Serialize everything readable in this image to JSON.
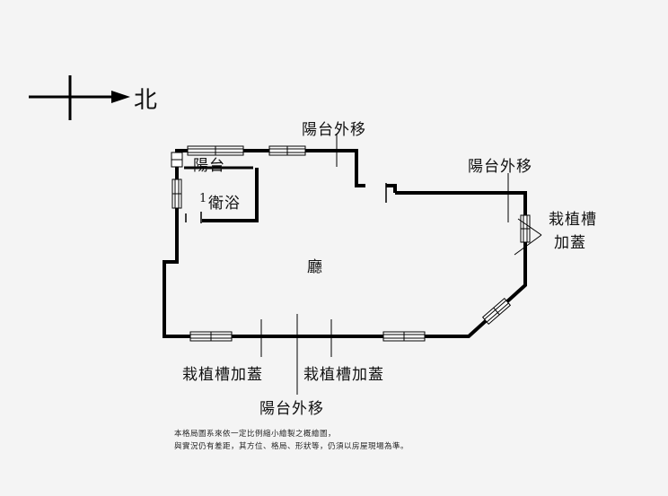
{
  "compass": {
    "direction": "北"
  },
  "rooms": {
    "balcony_small": "陽台",
    "bathroom_number": "1",
    "bathroom": "衛浴",
    "hall": "廳"
  },
  "annotations": {
    "balcony_ext_top": "陽台外移",
    "balcony_ext_right": "陽台外移",
    "planter_right_line1": "栽植槽",
    "planter_right_line2": "加蓋",
    "planter_bottom_left": "栽植槽加蓋",
    "planter_bottom_right": "栽植槽加蓋",
    "balcony_ext_bottom": "陽台外移"
  },
  "disclaimer": {
    "line1": "本格局圖系來依一定比例縮小繪製之概繪圖，",
    "line2": "與實況仍有差距，其方位、格局、形狀等，仍須以房屋現場為準。"
  }
}
